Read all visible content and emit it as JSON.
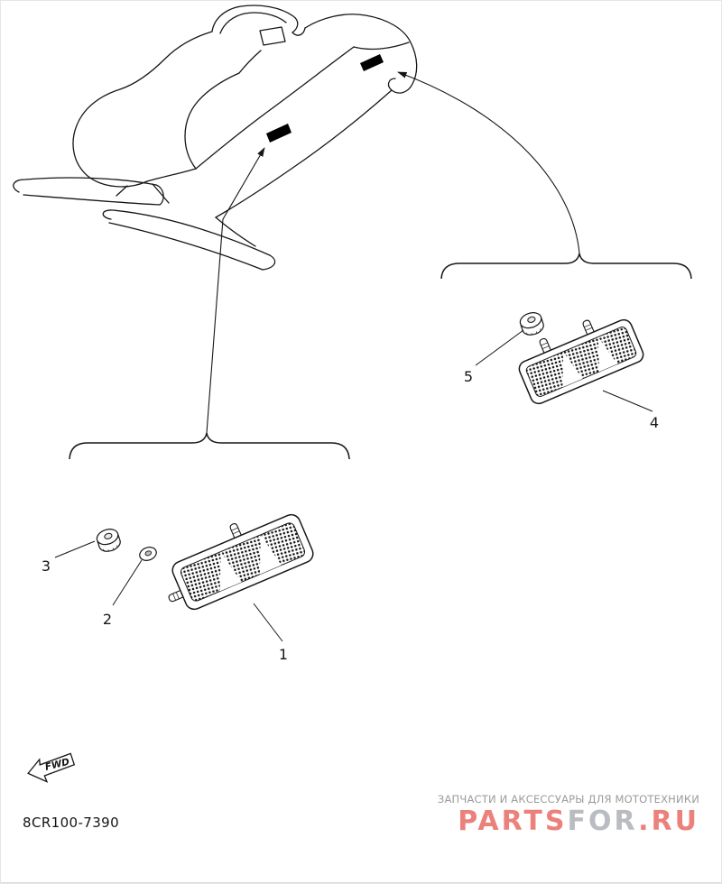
{
  "page": {
    "background": "#ffffff",
    "border_color": "#e6e6e6",
    "ink_color": "#161616"
  },
  "diagram": {
    "type": "exploded-parts-diagram",
    "part_code": "8CR100-7390",
    "fwd_label": "FWD",
    "callouts": [
      {
        "id": "1"
      },
      {
        "id": "2"
      },
      {
        "id": "3"
      },
      {
        "id": "4"
      },
      {
        "id": "5"
      }
    ]
  },
  "watermark": {
    "tagline": "ЗАПЧАСТИ И АКСЕССУАРЫ ДЛЯ МОТОТЕХНИКИ",
    "tagline_color": "#9b9b9b",
    "logo_segments": [
      {
        "text": "PARTS",
        "color": "#ec817b"
      },
      {
        "text": "FOR",
        "color": "#b9bcc0"
      },
      {
        "text": ".RU",
        "color": "#ec817b"
      }
    ]
  }
}
